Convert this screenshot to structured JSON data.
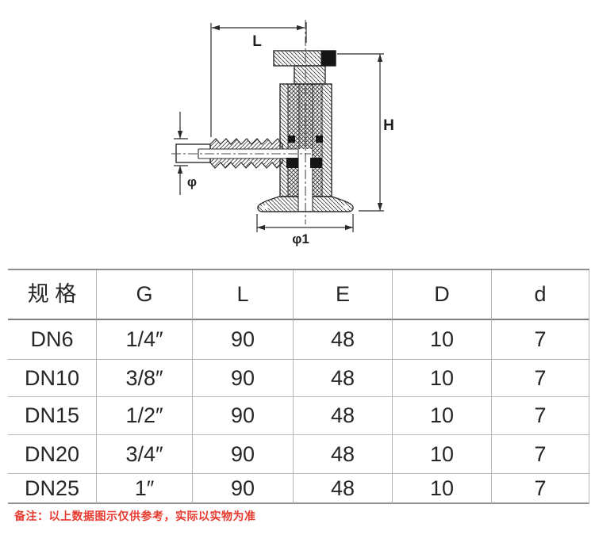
{
  "diagram": {
    "dim_labels": {
      "top_width": "L",
      "height": "H",
      "hose_diameter": "φ",
      "flange_diameter": "φ1"
    }
  },
  "table": {
    "headers": [
      "规 格",
      "G",
      "L",
      "E",
      "D",
      "d"
    ],
    "rows": [
      [
        "DN6",
        "1/4″",
        "90",
        "48",
        "10",
        "7"
      ],
      [
        "DN10",
        "3/8″",
        "90",
        "48",
        "10",
        "7"
      ],
      [
        "DN15",
        "1/2″",
        "90",
        "48",
        "10",
        "7"
      ],
      [
        "DN20",
        "3/4″",
        "90",
        "48",
        "10",
        "7"
      ],
      [
        "DN25",
        "1″",
        "90",
        "48",
        "10",
        "7"
      ]
    ]
  },
  "note": {
    "text": "备注：以上数据图示仅供参考，实际以实物为准"
  },
  "colors": {
    "note_red": "#e83a2e",
    "line_dark": "#2b2b2b",
    "table_line_light": "#b6b6b6",
    "table_line_dark": "#7e7e7e"
  }
}
